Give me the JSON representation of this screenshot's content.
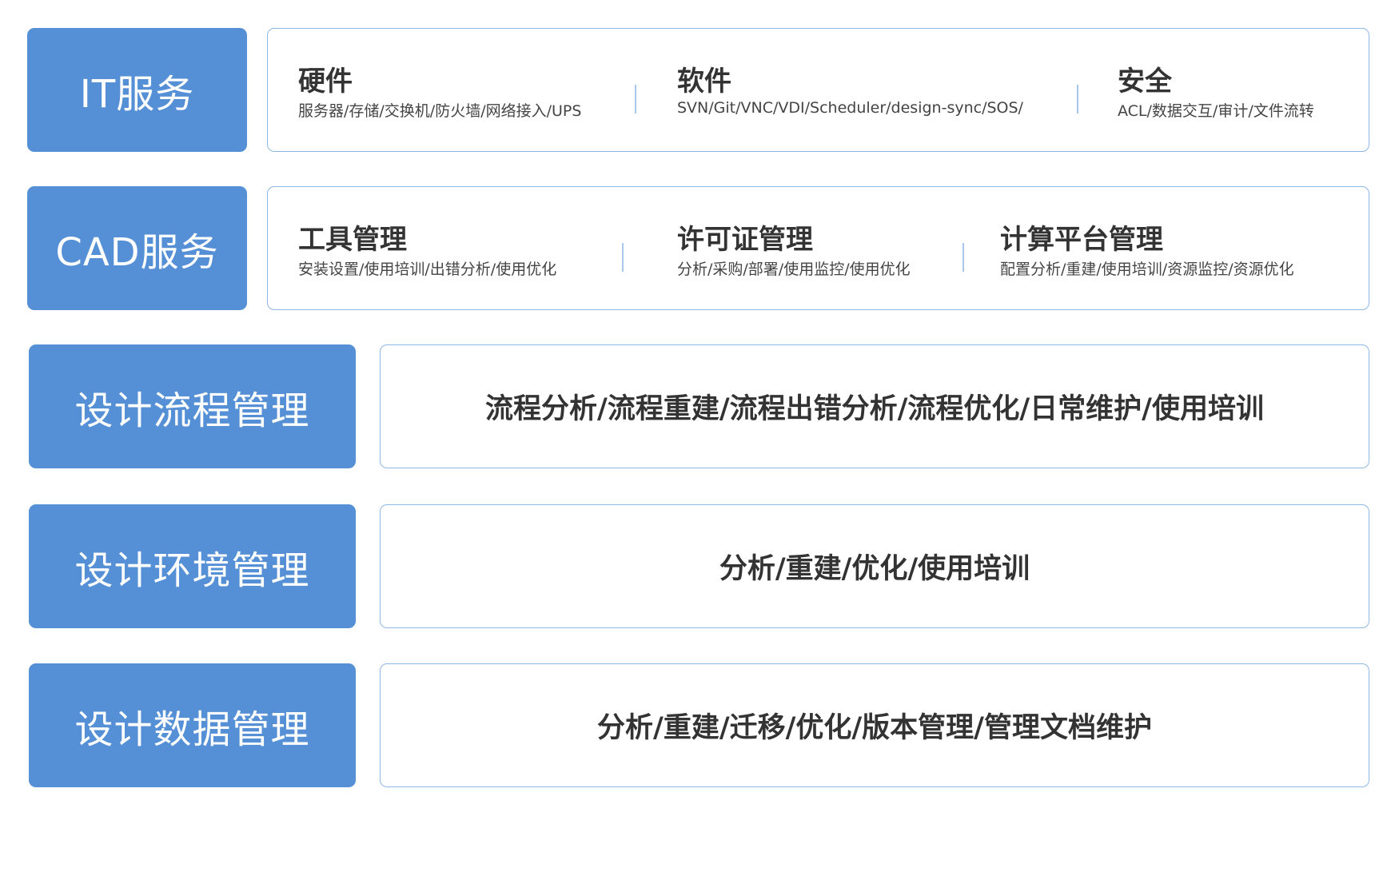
{
  "rows": [
    {
      "label": "IT服务",
      "columns": [
        {
          "title": "硬件",
          "desc": "服务器/存储/交换机/防火墙/网络接入/UPS"
        },
        {
          "title": "软件",
          "desc": "SVN/Git/VNC/VDI/Scheduler/design-sync/SOS/"
        },
        {
          "title": "安全",
          "desc": "ACL/数据交互/审计/文件流转"
        }
      ]
    },
    {
      "label": "CAD服务",
      "columns": [
        {
          "title": "工具管理",
          "desc": "安装设置/使用培训/出错分析/使用优化"
        },
        {
          "title": "许可证管理",
          "desc": "分析/采购/部署/使用监控/使用优化"
        },
        {
          "title": "计算平台管理",
          "desc": "配置分析/重建/使用培训/资源监控/资源优化"
        }
      ]
    },
    {
      "label": "设计流程管理",
      "text": "流程分析/流程重建/流程出错分析/流程优化/日常维护/使用培训"
    },
    {
      "label": "设计环境管理",
      "text": "分析/重建/优化/使用培训"
    },
    {
      "label": "设计数据管理",
      "text": "分析/重建/迁移/优化/版本管理/管理文档维护"
    }
  ],
  "colors": {
    "label_background": "#558fd6",
    "label_text": "#ffffff",
    "content_border": "#8fb6e4",
    "divider": "#a9c7ec",
    "body_text": "#333333"
  }
}
